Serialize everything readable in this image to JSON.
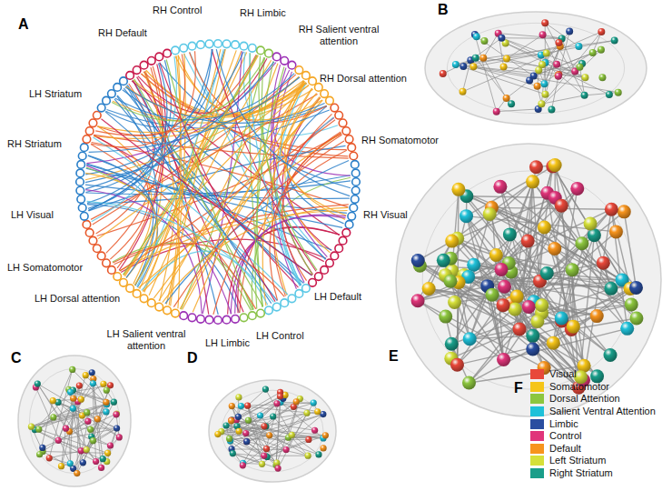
{
  "diagram": {
    "labels": [
      "A",
      "RH Default",
      "RH Control",
      "RH Limbic",
      "RH Salient ventral attention",
      "B",
      "RH Dorsal attention",
      "LH Striatum",
      "RH Somatomotor",
      "RH Striatum",
      "LH Visual",
      "RH Visual",
      "LH Somatomotor",
      "LH Default",
      "LH Dorsal attention",
      "LH Salient ventral attention",
      "LH Control",
      "LH Limbic",
      "E",
      "C",
      "D",
      "F"
    ],
    "legend": [
      {
        "text": "Visual",
        "color": "#e8483a"
      },
      {
        "text": "Somatomotor",
        "color": "#f5c518"
      },
      {
        "text": "Dorsal Attention",
        "color": "#8dc63f"
      },
      {
        "text": "Salient Ventral Attention",
        "color": "#1fc1d9"
      },
      {
        "text": "Limbic",
        "color": "#2a4ea0"
      },
      {
        "text": "Control",
        "color": "#e0357a"
      },
      {
        "text": "Default",
        "color": "#f7941d"
      },
      {
        "text": "Left Striatum",
        "color": "#d6e03a"
      },
      {
        "text": "Right Striatum",
        "color": "#1a9e8a"
      }
    ]
  }
}
